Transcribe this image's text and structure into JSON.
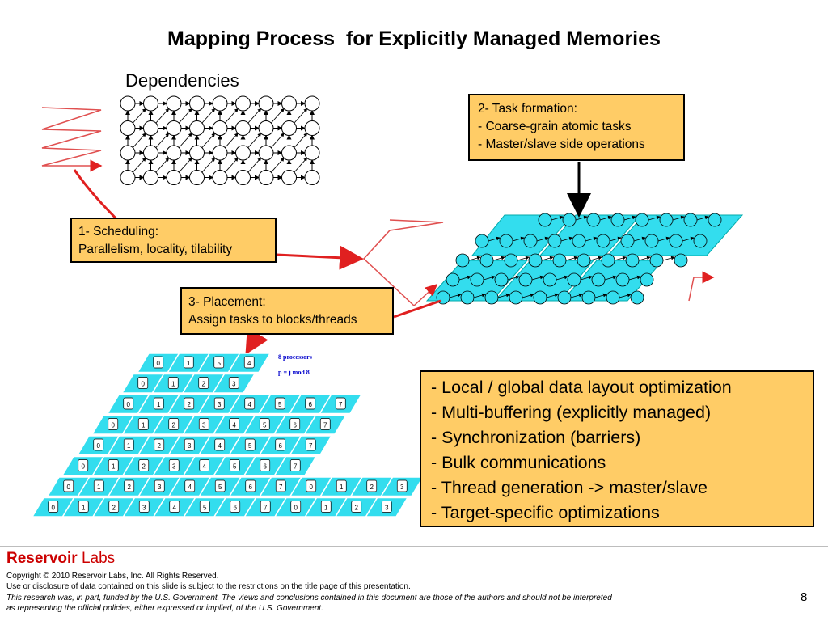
{
  "title": "Mapping Process  for Explicitly Managed Memories",
  "dependencies_label": "Dependencies",
  "box_task": {
    "heading": "2- Task formation:",
    "lines": [
      "- Coarse-grain atomic tasks",
      "- Master/slave side operations"
    ]
  },
  "box_schedule": {
    "heading": "1- Scheduling:",
    "line": "Parallelism, locality, tilability"
  },
  "box_placement": {
    "heading": "3- Placement:",
    "line": "Assign tasks to blocks/threads"
  },
  "optimizations": [
    "- Local / global data layout optimization",
    "- Multi-buffering (explicitly managed)",
    "- Synchronization (barriers)",
    "- Bulk communications",
    "- Thread generation -> master/slave",
    "- Target-specific optimizations"
  ],
  "placement_annotation": {
    "line1": "8 processors",
    "line2": "p = j mod 8"
  },
  "placement_grid_rows": [
    [
      "0",
      "1",
      "5",
      "4"
    ],
    [
      "0",
      "1",
      "2",
      "3"
    ],
    [
      "0",
      "1",
      "2",
      "3",
      "4",
      "5",
      "6",
      "7"
    ],
    [
      "0",
      "1",
      "2",
      "3",
      "4",
      "5",
      "6",
      "7"
    ],
    [
      "0",
      "1",
      "2",
      "3",
      "4",
      "5",
      "6",
      "7"
    ],
    [
      "0",
      "1",
      "2",
      "3",
      "4",
      "5",
      "6",
      "7"
    ],
    [
      "0",
      "1",
      "2",
      "3",
      "4",
      "5",
      "6",
      "7",
      "0",
      "1",
      "2",
      "3"
    ],
    [
      "0",
      "1",
      "2",
      "3",
      "4",
      "5",
      "6",
      "7",
      "0",
      "1",
      "2",
      "3"
    ]
  ],
  "colors": {
    "box_fill": "#ffcc66",
    "tile_fill": "#33ddee",
    "arrow_red": "#e02020",
    "brand_red": "#cc0000"
  },
  "footer": {
    "brand_bold": "Reservoir",
    "brand_rest": " Labs",
    "copyright": "Copyright © 2010 Reservoir Labs, Inc.  All Rights Reserved.",
    "disclosure": "Use or disclosure of data contained on this slide is subject to the restrictions on the title page of this presentation.",
    "funding1": "This research was, in part, funded by the U.S. Government.  The views and conclusions contained in this document are those of the authors and should not be interpreted",
    "funding2": "as representing the official policies, either expressed or implied, of the U.S. Government.",
    "page": "8"
  }
}
